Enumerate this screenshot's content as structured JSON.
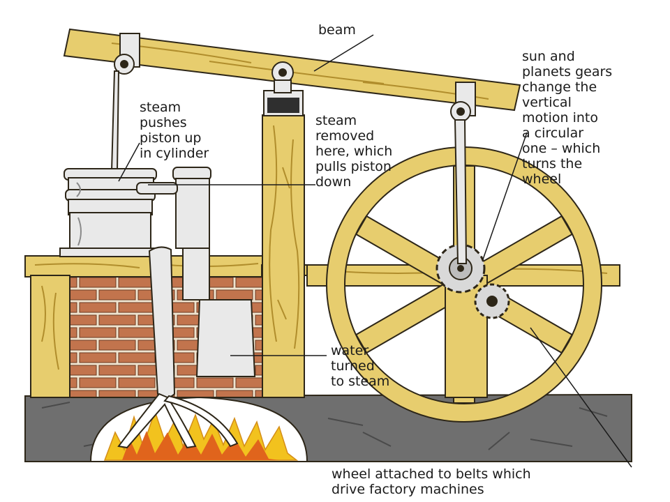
{
  "labels": {
    "beam": "beam",
    "sun_planet": "sun and\nplanets gears\nchange the\nvertical\nmotion into\na circular\none – which\nturns the\nwheel",
    "steam_pushes": "steam\npushes\npiston up\nin cylinder",
    "steam_removed": "steam\nremoved\nhere, which\npulls piston\ndown",
    "water_to_steam": "water\nturned\nto steam",
    "wheel_belts": "wheel attached to belts which\ndrive factory machines"
  },
  "colors": {
    "wood": "#e7cd6e",
    "wood_grain": "#b08d2c",
    "outline": "#2d2618",
    "brick": "#c2744d",
    "mortar": "#efe4cf",
    "stone": "#6f6f6f",
    "metal": "#e9e9e9",
    "fire_outer": "#f2c21e",
    "fire_inner": "#e0641c"
  }
}
